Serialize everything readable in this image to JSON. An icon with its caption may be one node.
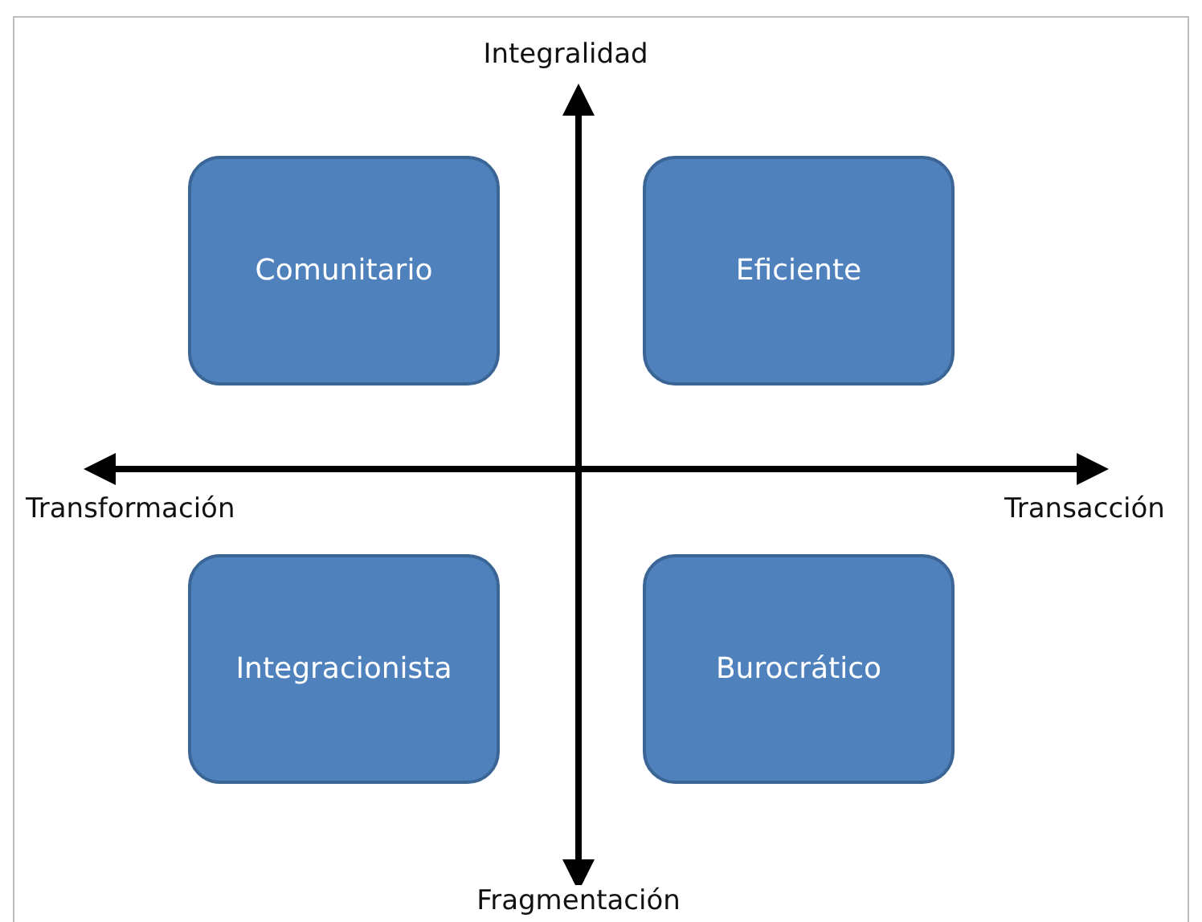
{
  "diagram": {
    "nodes": [
      {
        "text": [
          "Comunitario"
        ]
      },
      {
        "text": [
          "Eficiente"
        ]
      },
      {
        "text": [
          "Integracionista"
        ]
      },
      {
        "text": [
          "Burocrático"
        ]
      }
    ],
    "labels": [
      "Integralidad",
      "Transformación",
      "Transacción",
      "Fragmentación"
    ]
  }
}
